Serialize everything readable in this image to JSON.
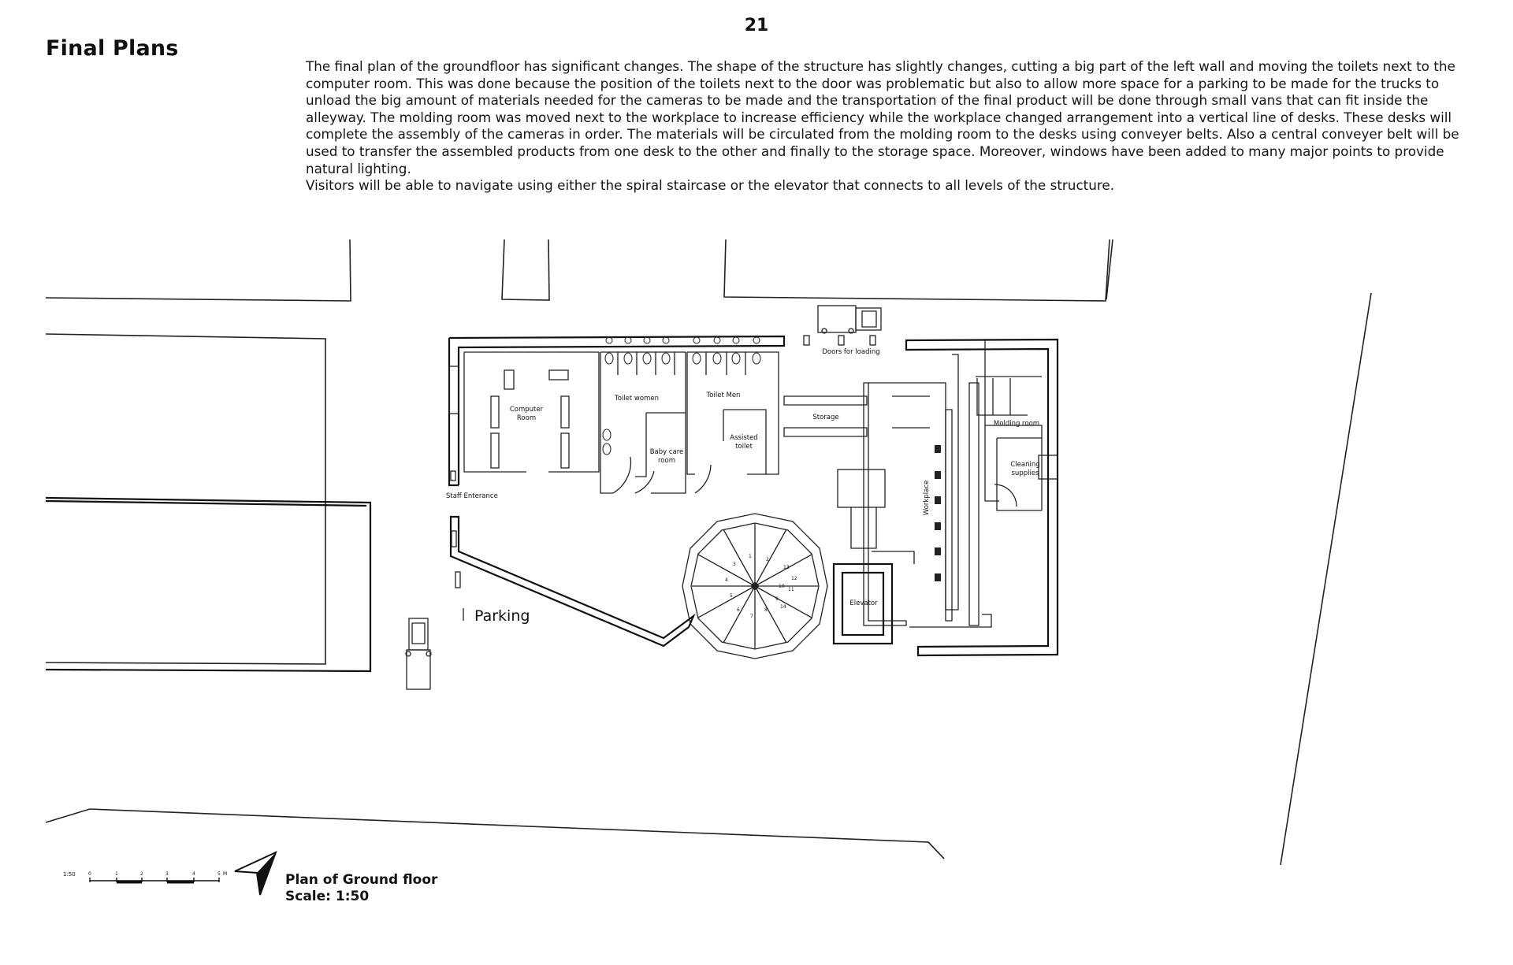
{
  "page": {
    "number": "21",
    "title": "Final Plans"
  },
  "intro": {
    "paragraph1": "The final plan of the groundfloor has significant changes. The shape of the structure has slightly changes, cutting a big part of the left wall and moving the toilets next to the computer room. This was done because the position of the toilets next to the door was problematic but also to allow more space for a parking to be made for the trucks to unload the big amount of materials needed for the cameras to be made and the transportation of the final product will be done through small vans that can fit inside the alleyway. The molding room was moved next to the workplace to increase efficiency while the workplace changed arrangement into a vertical line of desks. These desks will complete the assembly of the cameras in order. The materials will be circulated from the molding room to the desks using conveyer belts. Also a central conveyer belt will be used to transfer the assembled products from one desk to the other and finally to the storage space. Moreover, windows have been added to many major points to provide natural lighting.",
    "paragraph2": "Visitors will be able to navigate using either the spiral staircase or the elevator that connects to all levels of the structure."
  },
  "plan_labels": {
    "computer_room_line1": "Computer",
    "computer_room_line2": "Room",
    "toilet_women": "Toilet women",
    "toilet_men": "Toilet Men",
    "baby_care_line1": "Baby care",
    "baby_care_line2": "room",
    "assisted_line1": "Assisted",
    "assisted_line2": "toilet",
    "doors_for_loading": "Doors for loading",
    "storage": "Storage",
    "molding_room": "Molding room",
    "cleaning_line1": "Cleaning",
    "cleaning_line2": "supplies",
    "workplace": "Workplace",
    "staff_entrance": "Staff Enterance",
    "parking": "Parking",
    "elevator": "Elevator"
  },
  "stair_step_numbers": [
    "1",
    "2",
    "3",
    "4",
    "5",
    "6",
    "7",
    "8",
    "9",
    "10",
    "11",
    "12",
    "13",
    "14"
  ],
  "scale_bar": {
    "label": "1:50",
    "ticks": [
      "0",
      "1",
      "2",
      "3",
      "4",
      "5",
      "M"
    ]
  },
  "caption": {
    "line1": "Plan of Ground floor",
    "line2": "Scale: 1:50"
  },
  "icons": {
    "north": "north-arrow-icon",
    "truck": "truck-icon"
  }
}
